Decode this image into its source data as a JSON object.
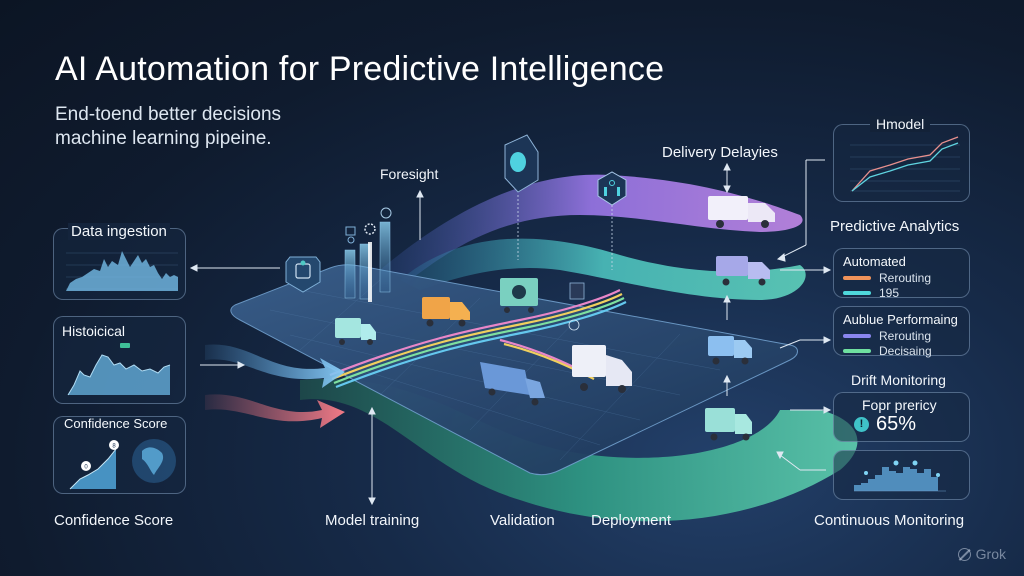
{
  "header": {
    "title": "AI Automation for Predictive Intelligence",
    "subtitle_line1": "End-toend better decisions",
    "subtitle_line2": "machine learning pipeine."
  },
  "left_panels": [
    {
      "title": "Data ingestion",
      "chart_type": "area"
    },
    {
      "title": "Histoicical",
      "chart_type": "area"
    },
    {
      "title": "Confidence Score",
      "chart_type": "area",
      "markers": [
        "0",
        "8"
      ]
    }
  ],
  "stage_labels": {
    "confidence_score": "Confidence Score",
    "foresight": "Foresight",
    "delivery_delays": "Delivery Delayies",
    "model_training": "Model training",
    "validation": "Validation",
    "deployment": "Deployment",
    "predictive_analytics": "Predictive Analytics",
    "drift_monitoring": "Drift Monitoring",
    "continuous_monitoring": "Continuous Monitoring"
  },
  "right_panels": {
    "hmodel": {
      "title": "Hmodel",
      "chart_type": "line"
    },
    "automated": {
      "title": "Automated",
      "legend": [
        {
          "label": "Rerouting",
          "color": "#f0935a"
        },
        {
          "label": "195",
          "color": "#4fd8dc"
        }
      ]
    },
    "performing": {
      "title": "Aublue Performaing",
      "legend": [
        {
          "label": "Rerouting",
          "color": "#8a86ee"
        },
        {
          "label": "Decisaing",
          "color": "#6fe0a0"
        }
      ]
    },
    "drift": {
      "title": "Fopr prericy",
      "value": "65%",
      "icon": "alert-icon"
    },
    "continuous": {
      "chart_type": "bar"
    }
  },
  "watermark": {
    "label": "Grok"
  },
  "colors": {
    "background": "#0f1b2e",
    "teal_ribbon": "#4fc9c4",
    "purple_ribbon": "#a57be6",
    "green_ribbon": "#3fae92",
    "blue_arrow": "#6ab4ee",
    "pink_arrow": "#e8707e",
    "map_plane": "#2a4a72"
  }
}
